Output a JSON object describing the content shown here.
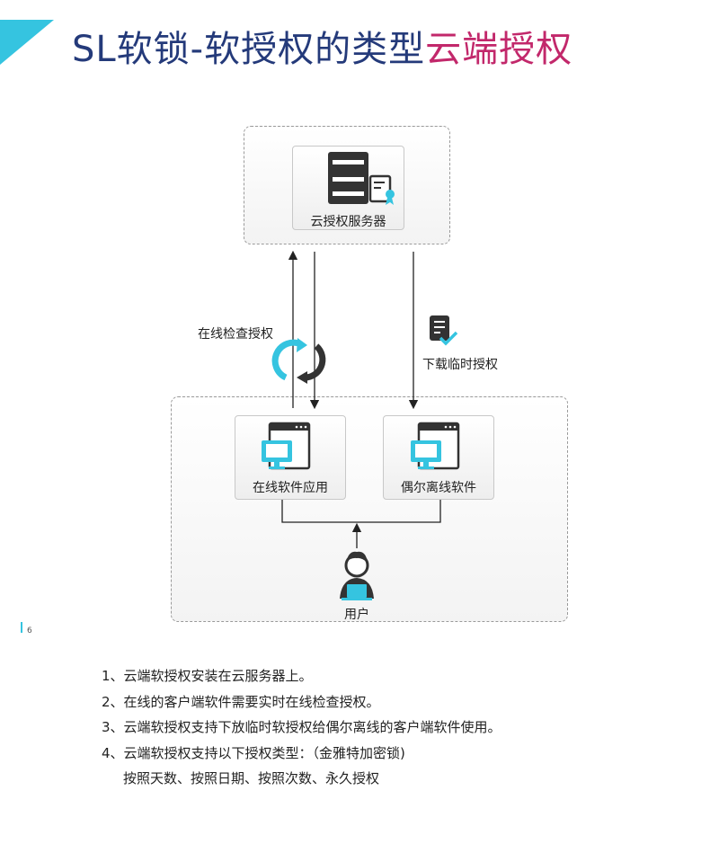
{
  "header": {
    "title_main": "SL软锁-软授权的类型",
    "title_highlight": "云端授权"
  },
  "diagram": {
    "server_label": "云授权服务器",
    "online_check_label": "在线检查授权",
    "download_label": "下载临时授权",
    "online_app_label": "在线软件应用",
    "offline_app_label": "偶尔离线软件",
    "user_label": "用户"
  },
  "notes": [
    "1、云端软授权安装在云服务器上。",
    "2、在线的客户端软件需要实时在线检查授权。",
    "3、云端软授权支持下放临时软授权给偶尔离线的客户端软件使用。",
    "4、云端软授权支持以下授权类型：（金雅特加密锁)",
    "按照天数、按照日期、按照次数、永久授权"
  ],
  "page_number": "6",
  "colors": {
    "accent": "#35c4e0",
    "title": "#243a7a",
    "highlight": "#c2286b",
    "icon_dark": "#333333"
  }
}
